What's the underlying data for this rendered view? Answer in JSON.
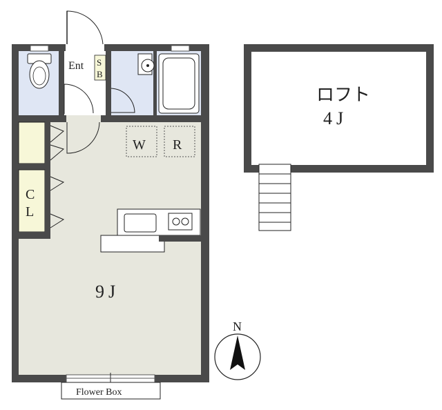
{
  "labels": {
    "entrance": "Ent",
    "shoe_box_s": "S",
    "shoe_box_b": "B",
    "washer": "W",
    "refrigerator": "R",
    "closet_c": "C",
    "closet_l": "L",
    "main_room_size": "9J",
    "loft_name": "ロフト",
    "loft_size": "4J",
    "flower_box": "Flower Box",
    "north": "N"
  },
  "colors": {
    "wall": "#4a4a4a",
    "room_floor": "#e7e7dd",
    "wet_area": "#dfe6f4",
    "storage": "#f7f7d8",
    "line": "#222222"
  }
}
